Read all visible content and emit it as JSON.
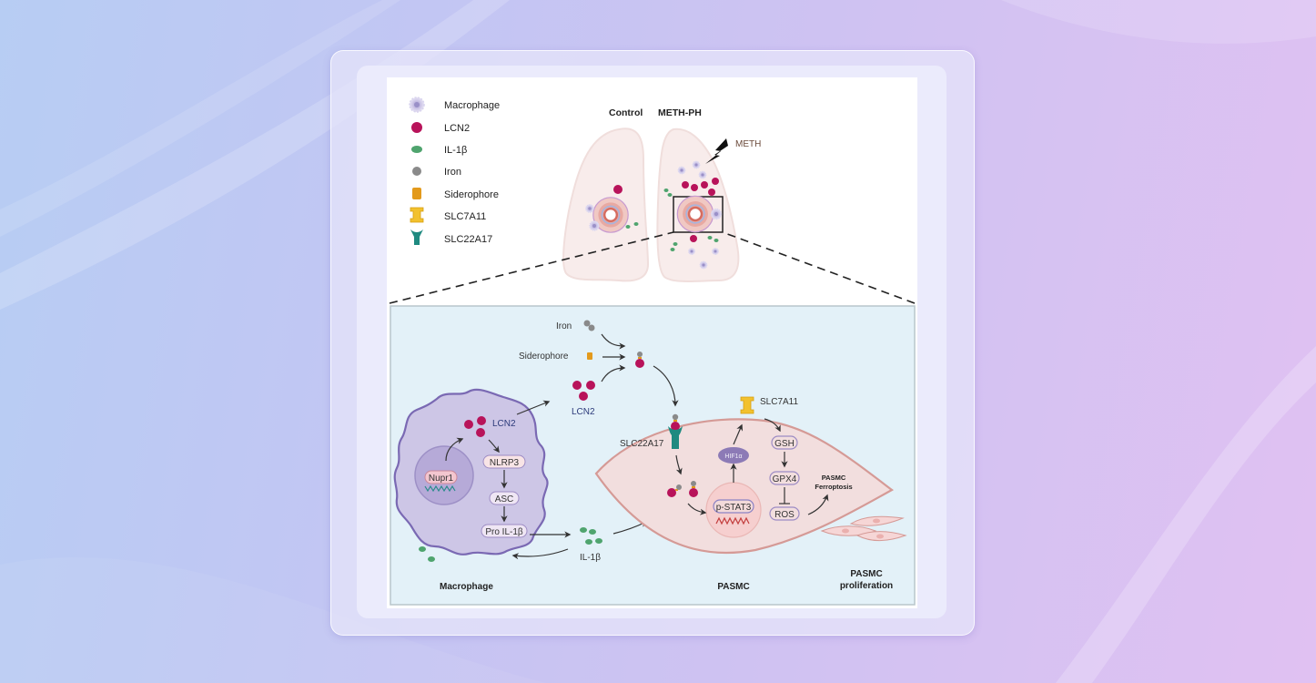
{
  "legend": [
    {
      "icon": "macrophage-icon",
      "label": "Macrophage"
    },
    {
      "icon": "lcn2-icon",
      "label": "LCN2"
    },
    {
      "icon": "il1b-icon",
      "label": "IL-1β"
    },
    {
      "icon": "iron-icon",
      "label": "Iron"
    },
    {
      "icon": "siderophore-icon",
      "label": "Siderophore"
    },
    {
      "icon": "slc7a11-icon",
      "label": "SLC7A11"
    },
    {
      "icon": "slc22a17-icon",
      "label": "SLC22A17"
    }
  ],
  "lungs": {
    "control_label": "Control",
    "meth_ph_label": "METH-PH",
    "meth_label": "METH"
  },
  "detail": {
    "iron_label": "Iron",
    "siderophore_label": "Siderophore",
    "lcn2_outside_label": "LCN2",
    "macrophage": {
      "lcn2_label": "LCN2",
      "nupr1_label": "Nupr1",
      "nlrp3_label": "NLRP3",
      "asc_label": "ASC",
      "pro_il1b_label": "Pro IL-1β",
      "title": "Macrophage"
    },
    "il1b_label": "IL-1β",
    "pasmc": {
      "slc22a17_label": "SLC22A17",
      "slc7a11_label": "SLC7A11",
      "hif1a_label": "HIF1α",
      "pstat3_label": "p-STAT3",
      "gsh_label": "GSH",
      "gpx4_label": "GPX4",
      "ros_label": "ROS",
      "ferroptosis_line1": "PASMC",
      "ferroptosis_line2": "Ferroptosis",
      "title": "PASMC"
    },
    "proliferation_line1": "PASMC",
    "proliferation_line2": "proliferation"
  },
  "colors": {
    "lcn2": "#b8135a",
    "il1b": "#4fa46e",
    "iron": "#8a8a8a",
    "siderophore": "#e39a1c",
    "slc7a11": "#f2c12e",
    "slc22a17": "#1f8a80",
    "macrophage_fill": "#cdc6e6",
    "macrophage_stroke": "#7a69b3",
    "pasmc_fill": "#f2dede",
    "pasmc_stroke": "#d59a96",
    "panel_bg": "#e3f1f8",
    "lung_fill": "#f8eceb"
  }
}
